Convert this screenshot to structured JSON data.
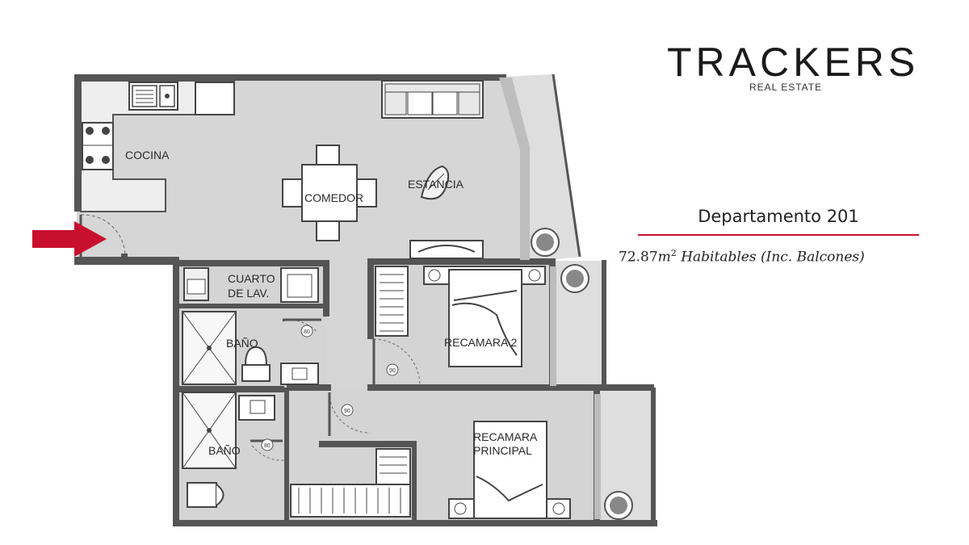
{
  "brand": {
    "logo_text": "TRACKERS",
    "logo_subtext": "REAL ESTATE",
    "accent_color": "#c8102e"
  },
  "unit": {
    "title": "Departamento 201",
    "area_value": "72.87",
    "area_unit": "m",
    "area_exponent": "2",
    "area_description": "Habitables (Inc. Balcones)"
  },
  "rooms": {
    "cocina": "COCINA",
    "comedor": "COMEDOR",
    "estancia": "ESTANCIA",
    "cuarto_lav_line1": "CUARTO",
    "cuarto_lav_line2": "DE LAV.",
    "bano_1": "BAÑO",
    "bano_2": "BAÑO",
    "recamara_2": "RECAMARA 2",
    "recamara_principal_line1": "RECAMARA",
    "recamara_principal_line2": "PRINCIPAL"
  },
  "doors": {
    "d1": "80",
    "d2": "90",
    "d3": "90",
    "d4": "80"
  },
  "entrance_arrow": {
    "color": "#c8102e",
    "icon": "arrow-right-icon"
  }
}
